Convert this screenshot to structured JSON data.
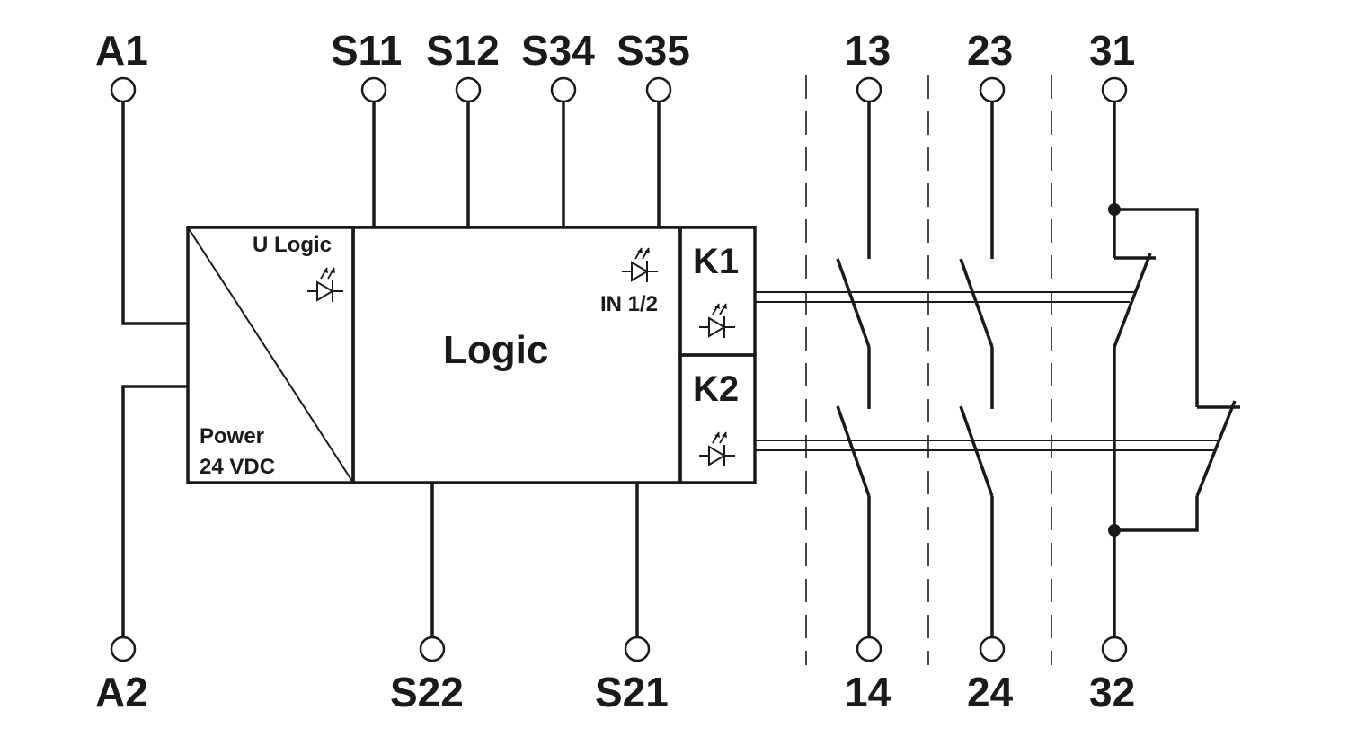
{
  "terminals_top": {
    "a1": "A1",
    "s11": "S11",
    "s12": "S12",
    "s34": "S34",
    "s35": "S35",
    "t13": "13",
    "t23": "23",
    "t31": "31"
  },
  "terminals_bottom": {
    "a2": "A2",
    "s22": "S22",
    "s21": "S21",
    "t14": "14",
    "t24": "24",
    "t32": "32"
  },
  "blocks": {
    "u_logic": "U Logic",
    "power_line1": "Power",
    "power_line2": "24 VDC",
    "logic": "Logic",
    "in_label": "IN 1/2",
    "k1": "K1",
    "k2": "K2"
  }
}
